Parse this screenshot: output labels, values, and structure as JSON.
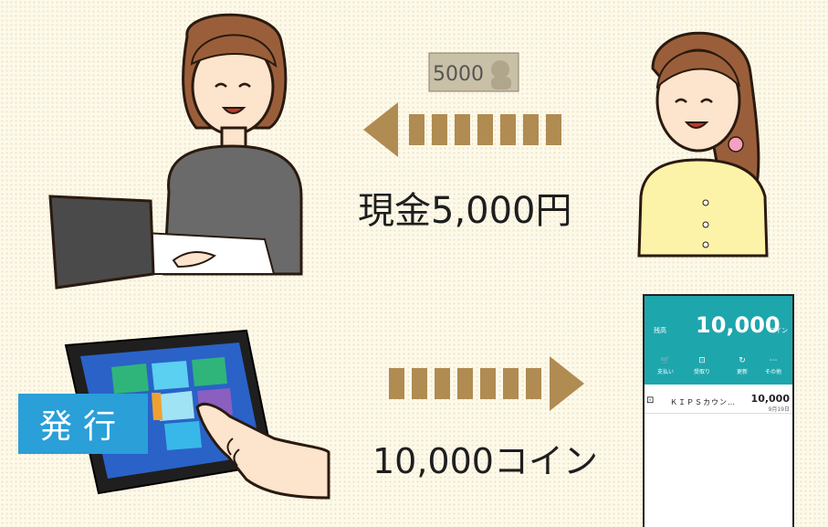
{
  "banknote": {
    "value": "5000"
  },
  "captions": {
    "cash": "現金5,000円",
    "coins": "10,000コイン"
  },
  "issue_badge": {
    "label": "発行"
  },
  "phone": {
    "balance_label": "残高",
    "balance": "10,000",
    "unit": "コイン",
    "actions": [
      {
        "icon": "cart-icon",
        "label": "支払い"
      },
      {
        "icon": "receive-icon",
        "label": "受取り"
      },
      {
        "icon": "refresh-icon",
        "label": "更新"
      },
      {
        "icon": "more-icon",
        "label": "その他"
      }
    ],
    "history": [
      {
        "name": "ＫＩＰＳカウン…",
        "amount": "10,000",
        "date": "9月19日"
      }
    ]
  },
  "colors": {
    "teal": "#1ea6ad",
    "arrow": "#b08b52",
    "badge": "#2a9fd8",
    "cream": "#fdf9ea"
  }
}
